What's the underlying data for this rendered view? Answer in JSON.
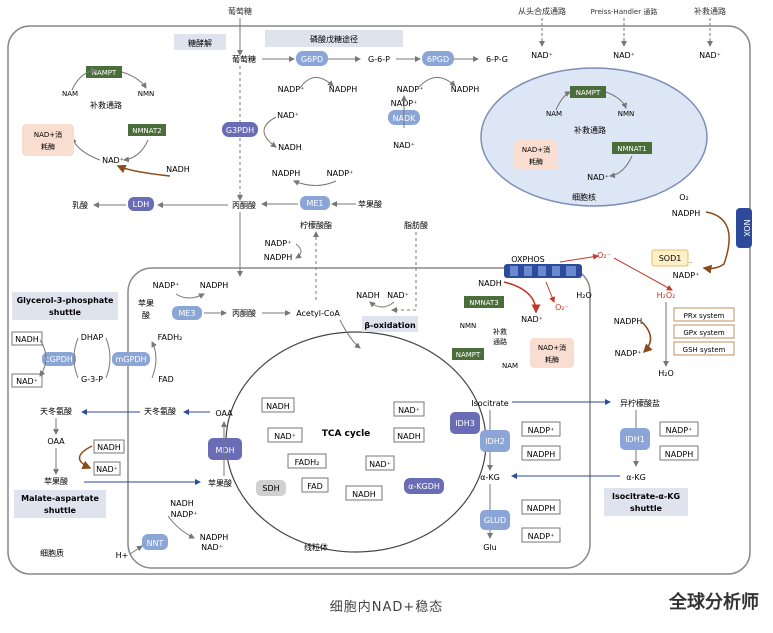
{
  "labels": {
    "glucose_in": "葡萄糖",
    "glucose": "葡萄糖",
    "glycolysis": "糖酵解",
    "ppp": "磷酸戊糖途径",
    "g6p": "G-6-P",
    "six_pg": "6-P-G",
    "nadp_plus": "NADP⁺",
    "nadph": "NADPH",
    "nad_plus": "NAD⁺",
    "nadh": "NADH",
    "nam": "NAM",
    "nmn": "NMN",
    "salvage": "补救通路",
    "nad_consuming": "NAD+消\n耗酶",
    "pyruvate": "丙酮酸",
    "lactate": "乳酸",
    "malate": "苹果酸",
    "citrate": "柠檬酸酯",
    "fatty_acid": "脂肪酸",
    "acetyl_coa": "Acetyl-CoA",
    "beta_ox": "β-oxidation",
    "oxphos": "OXPHOS",
    "o2_minus": "O₂⁻",
    "o2": "O₂",
    "h2o": "H₂O",
    "h2o2": "H₂O₂",
    "nucleus": "细胞核",
    "de_novo": "从头合成通路",
    "preiss": "Preiss-Handler 通路",
    "salvage_top": "补救通路",
    "dhap": "DHAP",
    "g3p": "G-3-P",
    "fadh2": "FADH₂",
    "fad": "FAD",
    "g3p_shuttle": "Glycerol-3-phosphate\nshuttle",
    "oxaloacetate": "天冬氨酸",
    "oaa": "OAA",
    "aspartate": "天冬氨酸",
    "malate2": "苹果酸",
    "mas_shuttle": "Malate-aspartate\nshuttle",
    "tca": "TCA cycle",
    "isocitrate": "Isocitrate",
    "akg": "α-KG",
    "glu": "Glu",
    "isocitrate_cyto": "异柠檬酸盐",
    "icaka_shuttle": "Isocitrate-α-KG\nshuttle",
    "mito": "线粒体",
    "cytoplasm": "细胞质",
    "h_plus": "H+",
    "nadh_nadph_mix": "NADH\nNADP+",
    "nadph_nad_mix": "NADPH\nNAD+",
    "prx": "PRx system",
    "gpx": "GPx system",
    "gsh": "GSH system"
  },
  "enzymes": {
    "nampt": "NAMPT",
    "nmnat2": "NMNAT2",
    "nmnat1": "NMNAT1",
    "nmnat3": "NMNAT3",
    "g6pd": "G6PD",
    "six_pgd": "6PGD",
    "g3pdh": "G3PDH",
    "nadk": "NADK",
    "ldh": "LDH",
    "me1": "ME1",
    "me3": "ME3",
    "cgpdh": "cGPDH",
    "mgpdh": "mGPDH",
    "mdh": "MDH",
    "sdh": "SDH",
    "idh3": "IDH3",
    "idh2": "IDH2",
    "idh1": "IDH1",
    "akgdh": "α-KGDH",
    "glud": "GLUD",
    "nnt": "NNT",
    "nox": "NOX",
    "sod1": "SOD1",
    "fadh3": "FADH₂"
  },
  "caption": "细胞内NAD+稳态",
  "brand": "全球分析师",
  "colors": {
    "enzyme_blue": "#8aa5d6",
    "enzyme_purple": "#6a6db5",
    "nampt_green": "#4a6e3a",
    "nad_consuming": "#f8ddd0",
    "nucleus": "#dde6f5",
    "shuttle_box": "#dfe3ee",
    "arrow_red": "#c0392b",
    "arrow_brown": "#8a4a1a",
    "arrow_blue": "#2e4a9a",
    "sod1_fill": "#fdf0c8"
  }
}
